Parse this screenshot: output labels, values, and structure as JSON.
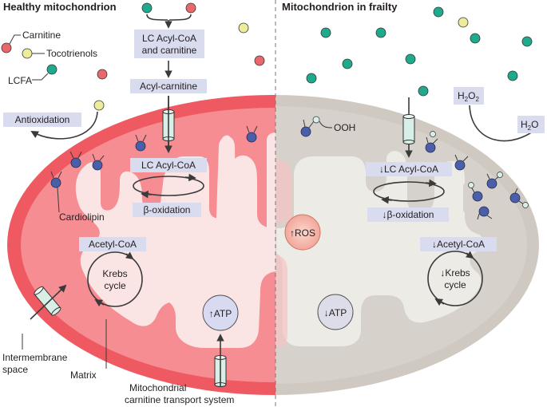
{
  "titles": {
    "left": "Healthy mitochondrion",
    "right": "Mitochondrion in frailty"
  },
  "legend": {
    "carnitine": "Carnitine",
    "tocotrienols": "Tocotrienols",
    "lcfa": "LCFA"
  },
  "healthy": {
    "lc_acyl_coa_line1": "LC Acyl-CoA",
    "lc_acyl_coa_line2": "and carnitine",
    "acyl_carnitine": "Acyl-carnitine",
    "antioxidation": "Antioxidation",
    "lc_acyl_coa": "LC Acyl-CoA",
    "beta_oxidation": "β-oxidation",
    "cardiolipin": "Cardiolipin",
    "acetyl_coa": "Acetyl-CoA",
    "krebs_line1": "Krebs",
    "krebs_line2": "cycle",
    "atp": "↑ATP"
  },
  "frailty": {
    "ooh": "OOH",
    "h2o2_base": "H",
    "h2o2_sub1": "2",
    "h2o2_mid": "O",
    "h2o2_sub2": "2",
    "h2o_base": "H",
    "h2o_sub": "2",
    "h2o_end": "O",
    "lc_acyl_coa": "↓LC Acyl-CoA",
    "beta_oxidation": "↓β-oxidation",
    "ros": "↑ROS",
    "acetyl_coa": "↓Acetyl-CoA",
    "krebs_line1": "↓Krebs",
    "krebs_line2": "cycle",
    "atp": "↓ATP"
  },
  "structure": {
    "intermembrane_line1": "Intermembrane",
    "intermembrane_line2": "space",
    "matrix": "Matrix",
    "transport_line1": "Mitochondrial",
    "transport_line2": "carnitine transport system"
  },
  "colors": {
    "carnitine": "#e8686e",
    "tocotrienol": "#ecec9c",
    "lcfa": "#1faa8e",
    "healthy_membrane": "#ef5a62",
    "healthy_matrix": "#fbe4e4",
    "frail_membrane": "#cfc9c1",
    "frail_matrix": "#ecebe6",
    "label_box": "#d9dbef",
    "cardiolipin": "#4b5ea8"
  }
}
